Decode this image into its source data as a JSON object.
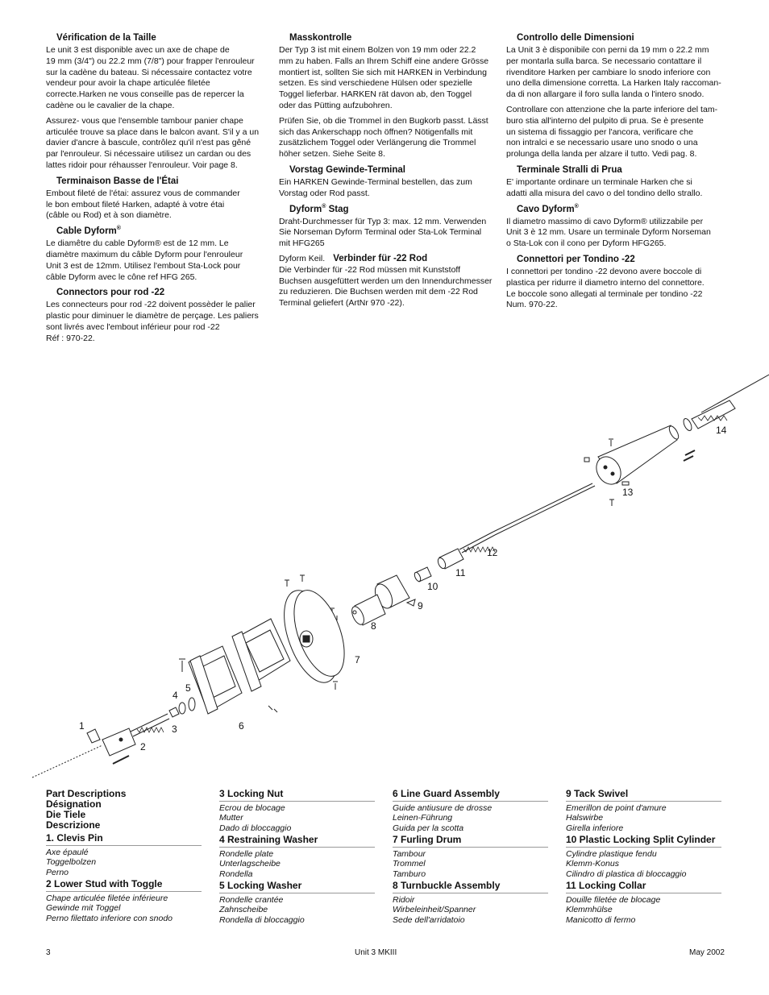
{
  "col1": {
    "h1": "Vérification de la Taille",
    "p1": "Le unit 3 est disponible avec un axe de chape de\n19 mm (3/4\") ou 22.2 mm (7/8\") pour frapper l'enrouleur\nsur la cadène du bateau. Si nécessaire contactez votre\nvendeur pour avoir la chape articulée filetée\ncorrecte.Harken ne vous conseille pas de repercer la\ncadène ou le cavalier de la chape.",
    "p2": "Assurez- vous que l'ensemble tambour panier chape\narticulée trouve sa place dans le balcon avant. S'il y a un\ndavier d'ancre à bascule, contrôlez qu'il n'est pas gêné\npar l'enrouleur. Si nécessaire utilisez un cardan ou des\nlattes ridoir pour réhausser l'enrouleur. Voir page 8.",
    "h2": "Terminaison Basse de l'Étai",
    "p3": "Embout fileté de l'étai: assurez vous de commander\nle bon embout fileté Harken, adapté à votre étai\n(câble ou Rod) et à son diamètre.",
    "h3": "Cable Dyform",
    "h3_sup": "®",
    "p4": "Le diamêtre du cable Dyform® est de 12 mm. Le\ndiamètre maximum du câble Dyform pour l'enrouleur\nUnit 3 est de 12mm.  Utilisez l'embout Sta-Lock pour\ncâble Dyform avec le cône ref HFG 265.",
    "h4": "Connectors pour rod -22",
    "p5": "Les connecteurs pour rod -22 doivent possèder le palier\nplastic pour diminuer le diamètre de perçage. Les paliers\nsont livrés avec l'embout inférieur pour rod -22\nRéf : 970-22."
  },
  "col2": {
    "h1": "Masskontrolle",
    "p1": "Der Typ 3 ist mit einem Bolzen von 19 mm oder 22.2\nmm zu haben. Falls an Ihrem Schiff eine andere Grösse\nmontiert ist, sollten Sie sich mit HARKEN in Verbindung\nsetzen. Es sind verschiedene Hülsen oder spezielle\nToggel lieferbar. HARKEN rät davon ab, den Toggel\noder das Pütting aufzubohren.",
    "p2": "Prüfen Sie, ob die Trommel in den Bugkorb passt. Lässt\nsich das Ankerschapp noch öffnen? Nötigenfalls mit\nzusätzlichem Toggel oder Verlängerung die Trommel\nhöher setzen. Siehe Seite 8.",
    "h2": "Vorstag Gewinde-Terminal",
    "p3": "Ein HARKEN Gewinde-Terminal bestellen, das zum\nVorstag oder Rod passt.",
    "h3": "Dyform",
    "h3_sup": "®",
    "h3_tail": " Stag",
    "p4": "Draht-Durchmesser für Typ 3: max. 12 mm. Verwenden\nSie Norseman Dyform Terminal oder Sta-Lok Terminal\nmit HFG265",
    "p5_lead": "Dyform Keil.",
    "h4": "Verbinder für -22 Rod",
    "p6": "Die Verbinder für -22 Rod müssen mit Kunststoff\nBuchsen ausgefüttert werden um den Innendurchmesser\nzu reduzieren. Die Buchsen werden mit dem -22 Rod\nTerminal geliefert (ArtNr 970 -22)."
  },
  "col3": {
    "h1": "Controllo delle Dimensioni",
    "p1": "La Unit 3 è disponibile con perni da 19 mm o 22.2 mm\nper montarla sulla barca. Se necessario contattare il\nrivenditore Harken per cambiare lo snodo inferiore con\nuno della dimensione corretta. La Harken Italy raccoman-\nda di non allargare il foro sulla landa o l'intero snodo.",
    "p2": "Controllare con attenzione che la parte inferiore del tam-\nburo stia all'interno del pulpito di prua. Se è presente\nun sistema di fissaggio per l'ancora, verificare che\nnon intralci e se necessario usare uno snodo o una\nprolunga della landa per alzare il tutto. Vedi pag. 8.",
    "h2": "Terminale Stralli di Prua",
    "p3": "E' importante ordinare un terminale Harken che si\nadatti alla misura del cavo o del tondino dello strallo.",
    "h3": "Cavo Dyform",
    "h3_sup": "®",
    "p4": "Il diametro massimo di cavo Dyform® utilizzabile per\nUnit 3 è 12 mm. Usare un terminale Dyform Norseman\no Sta-Lok con il cono per Dyform HFG265.",
    "h4": "Connettori per Tondino -22",
    "p5": "I connettori per tondino -22 devono avere boccole di\nplastica per ridurre il diametro interno del connettore.\nLe boccole  sono allegati al terminale per tondino -22\nNum. 970-22."
  },
  "callouts": [
    "1",
    "2",
    "3",
    "4",
    "5",
    "6",
    "7",
    "8",
    "9",
    "10",
    "11",
    "12",
    "13",
    "14"
  ],
  "parts_header": [
    "Part Descriptions",
    "Désignation",
    "Die Tiele",
    "Descrizione"
  ],
  "parts": [
    {
      "name": "1. Clevis Pin",
      "fr": "Axe épaulé",
      "de": "Toggelbolzen",
      "it": "Perno"
    },
    {
      "name": "2 Lower Stud with Toggle",
      "fr": "Chape articulée filetée inférieure",
      "de": "Gewinde mit Toggel",
      "it": "Perno filettato inferiore con snodo"
    },
    {
      "name": "3 Locking Nut",
      "fr": "Ecrou de blocage",
      "de": "Mutter",
      "it": "Dado di bloccaggio"
    },
    {
      "name": "4 Restraining Washer",
      "fr": "Rondelle plate",
      "de": "Unterlagscheibe",
      "it": "Rondella"
    },
    {
      "name": "5 Locking Washer",
      "fr": "Rondelle crantée",
      "de": "Zahnscheibe",
      "it": "Rondella di bloccaggio"
    },
    {
      "name": "6 Line Guard Assembly",
      "fr": "Guide antiusure de drosse",
      "de": "Leinen-Führung",
      "it": "Guida per la scotta"
    },
    {
      "name": "7 Furling Drum",
      "fr": "Tambour",
      "de": "Trommel",
      "it": "Tamburo"
    },
    {
      "name": "8 Turnbuckle Assembly",
      "fr": "Ridoir",
      "de": "Wirbeleinheit/Spanner",
      "it": "Sede dell'arridatoio"
    },
    {
      "name": "9 Tack Swivel",
      "fr": "Emerillon de point d'amure",
      "de": "Halswirbe",
      "it": "Girella inferiore"
    },
    {
      "name": "10 Plastic Locking Split Cylinder",
      "fr": "Cylindre plastique fendu",
      "de": "Klemm-Konus",
      "it": "Cilindro di plastica di bloccaggio"
    },
    {
      "name": "11 Locking Collar",
      "fr": "Douille filetée de blocage",
      "de": "Klemmhülse",
      "it": "Manicotto di fermo"
    }
  ],
  "footer": {
    "page": "3",
    "product": "Unit 3 MKIII",
    "date": "May 2002"
  }
}
